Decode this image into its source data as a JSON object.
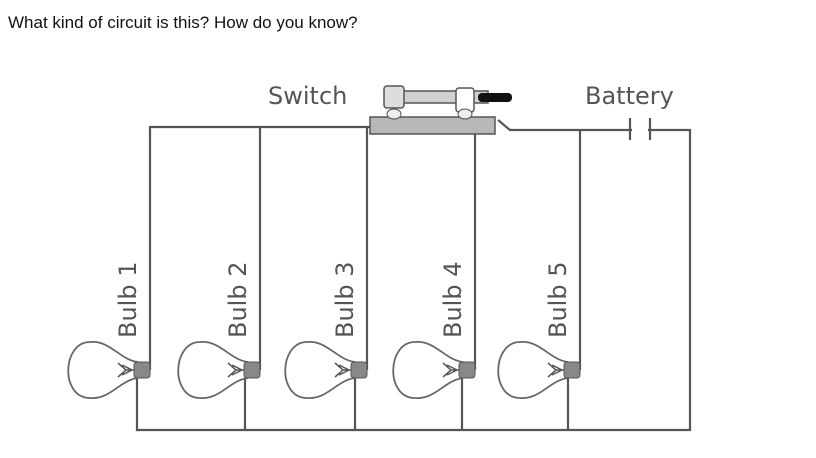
{
  "question": "What kind of circuit is this? How do you know?",
  "diagram": {
    "switch_label": "Switch",
    "battery_label": "Battery",
    "bulbs": [
      "Bulb 1",
      "Bulb 2",
      "Bulb 3",
      "Bulb 4",
      "Bulb 5"
    ]
  }
}
